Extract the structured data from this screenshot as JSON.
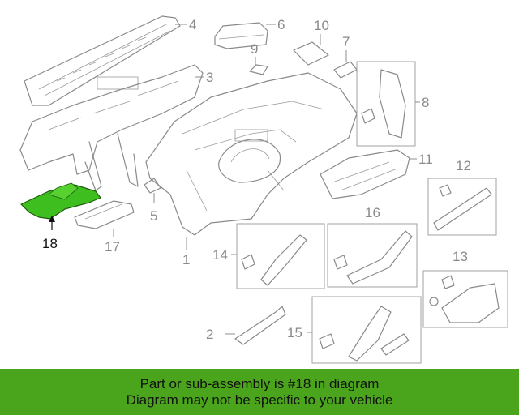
{
  "colors": {
    "banner": "#4aa51c",
    "highlight_part": "#3fbf1f",
    "linework": "#8a8a8a"
  },
  "callouts": {
    "c1": "1",
    "c2": "2",
    "c3": "3",
    "c4": "4",
    "c5": "5",
    "c6": "6",
    "c7": "7",
    "c8": "8",
    "c9": "9",
    "c10": "10",
    "c11": "11",
    "c12": "12",
    "c13": "13",
    "c14": "14",
    "c15": "15",
    "c16": "16",
    "c17": "17",
    "c18": "18"
  },
  "highlighted_part": "18",
  "banner": {
    "line1": "Part or sub-assembly is #18 in diagram",
    "line2": "Diagram may not be specific to your vehicle"
  }
}
